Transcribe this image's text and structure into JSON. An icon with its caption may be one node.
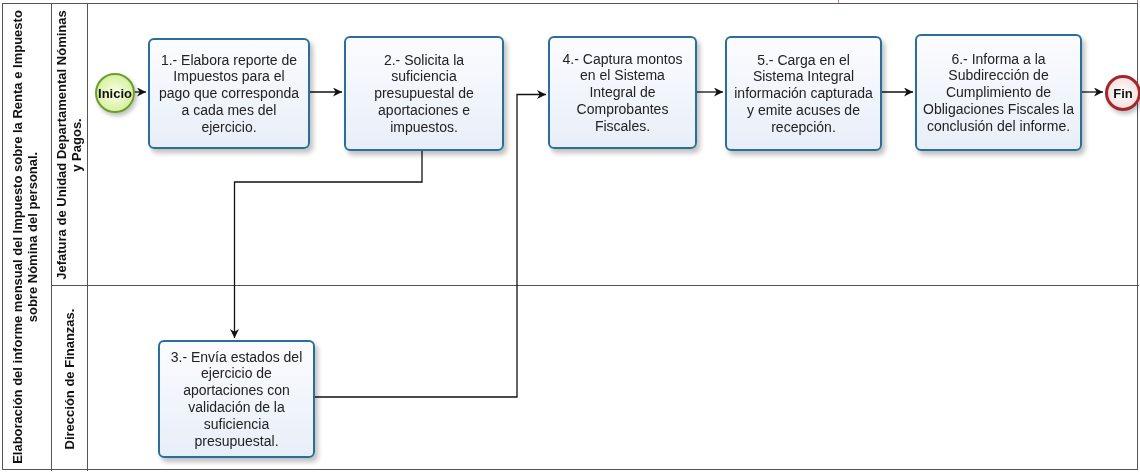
{
  "diagram": {
    "nodes": [
      {
        "text": [
          "Elaboración del informe mensual del Impuesto sobre la Renta e Impuesto sobre Nómina del personal."
        ]
      },
      {
        "text": [
          "Jefatura de Unidad Departamental Nóminas y Pagos."
        ],
        "in": 0
      },
      {
        "text": [
          "Dirección de Finanzas."
        ],
        "in": 0
      },
      {
        "text": [
          "Inicio"
        ],
        "in": 1
      },
      {
        "text": [
          "1.- Elabora reporte de Impuestos para el pago que corresponda a cada mes del ejercicio."
        ],
        "in": 1
      },
      {
        "text": [
          "2.- Solicita la suficiencia presupuestal de aportaciones e impuestos."
        ],
        "in": 1
      },
      {
        "text": [
          "3.- Envía estados del ejercicio de aportaciones con validación de la suficiencia presupuestal."
        ],
        "in": 2
      },
      {
        "text": [
          "4.- Captura montos en el Sistema Integral de Comprobantes Fiscales."
        ],
        "in": 1
      },
      {
        "text": [
          "5.- Carga en el Sistema Integral información capturada y emite acuses de recepción."
        ],
        "in": 1
      },
      {
        "text": [
          "6.- Informa a la Subdirección de Cumplimiento de Obligaciones Fiscales la conclusión del informe."
        ],
        "in": 1
      },
      {
        "text": [
          "Fin"
        ],
        "in": 1
      }
    ],
    "edges": [
      {
        "from": 3,
        "to": 4,
        "arrow": "to"
      },
      {
        "from": 4,
        "to": 5,
        "arrow": "to"
      },
      {
        "from": 5,
        "to": 6,
        "arrow": "to"
      },
      {
        "from": 6,
        "to": 7,
        "arrow": "to"
      },
      {
        "from": 7,
        "to": 8,
        "arrow": "to"
      },
      {
        "from": 8,
        "to": 9,
        "arrow": "to"
      },
      {
        "from": 9,
        "to": 10,
        "arrow": "to"
      }
    ]
  }
}
